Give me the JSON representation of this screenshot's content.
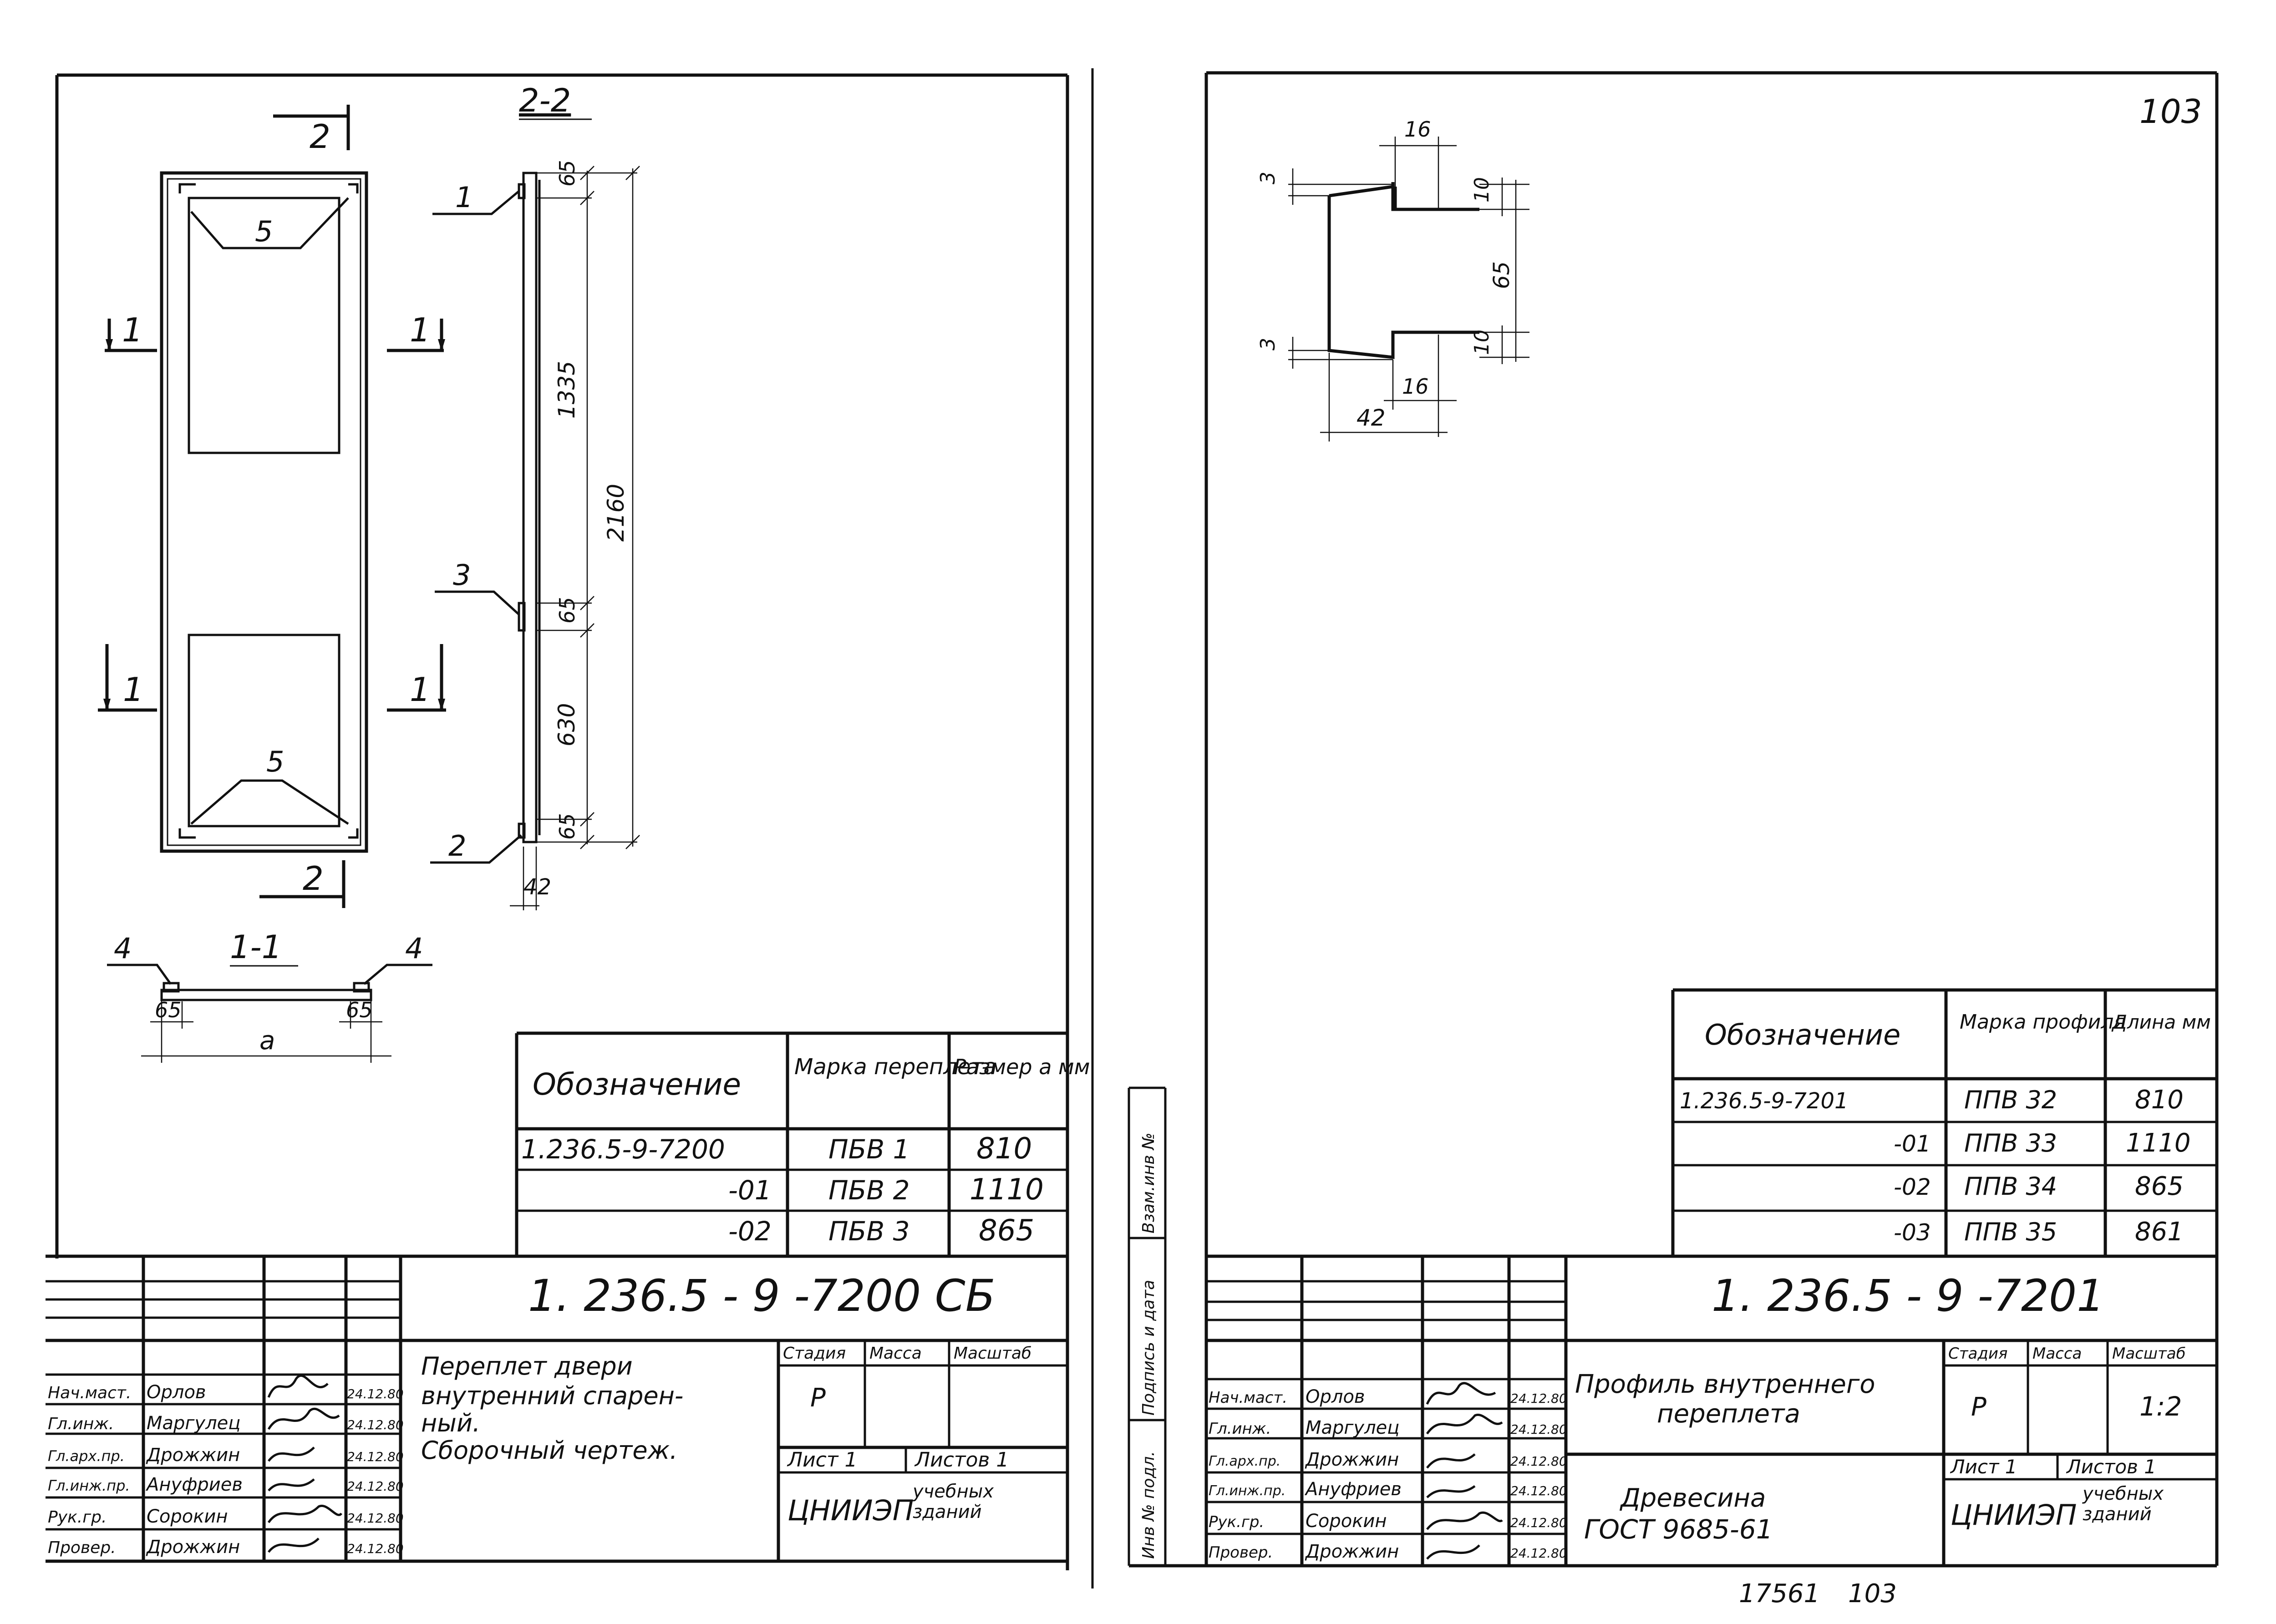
{
  "left_sheet": {
    "section_2_2": "2-2",
    "section_1_1": "1-1",
    "cut_2": "2",
    "cut_1": "1",
    "callout_5": "5",
    "callout_1": "1",
    "callout_2": "2",
    "callout_3": "3",
    "callout_4": "4",
    "dim_65": "65",
    "dim_1335": "1335",
    "dim_2160": "2160",
    "dim_630": "630",
    "dim_42": "42",
    "dim_a": "a",
    "spec_table": {
      "headers": [
        "Обозначение",
        "Марка переплета",
        "Размер а мм"
      ],
      "rows": [
        [
          "1.236.5-9-7200",
          "ПБВ 1",
          "810"
        ],
        [
          "-01",
          "ПБВ 2",
          "1110"
        ],
        [
          "-02",
          "ПБВ 3",
          "865"
        ]
      ]
    },
    "title_block": {
      "code": "1. 236.5 - 9 -7200 СБ",
      "title_lines": [
        "Переплет двери",
        "внутренний спарен-",
        "ный.",
        "Сборочный чертеж."
      ],
      "stage_label": "Стадия",
      "mass_label": "Масса",
      "scale_label": "Масштаб",
      "stage_value": "Р",
      "sheet_label": "Лист 1",
      "sheets_label": "Листов 1",
      "org": "ЦНИИЭП",
      "org_sub": [
        "учебных",
        "зданий"
      ],
      "staff": [
        {
          "role": "Нач.маст.",
          "name": "Орлов",
          "date": "24.12.80"
        },
        {
          "role": "Гл.инж.",
          "name": "Маргулец",
          "date": "24.12.80"
        },
        {
          "role": "Гл.арх.пр.",
          "name": "Дрожжин",
          "date": "24.12.80"
        },
        {
          "role": "Гл.инж.пр.",
          "name": "Ануфриев",
          "date": "24.12.80"
        },
        {
          "role": "Рук.гр.",
          "name": "Сорокин",
          "date": "24.12.80"
        },
        {
          "role": "Провер.",
          "name": "Дрожжин",
          "date": "24.12.80"
        }
      ]
    }
  },
  "right_sheet": {
    "page_number": "103",
    "dims": {
      "d16_top": "16",
      "d3_top": "3",
      "d10_top": "10",
      "d65": "65",
      "d3_bot": "3",
      "d10_bot": "10",
      "d16_bot": "16",
      "d42": "42"
    },
    "side_labels": [
      "Инв № подл.",
      "Подпись и дата",
      "Взам.инв №"
    ],
    "spec_table": {
      "headers": [
        "Обозначение",
        "Марка профиля",
        "Длина мм"
      ],
      "rows": [
        [
          "1.236.5-9-7201",
          "ППВ 32",
          "810"
        ],
        [
          "-01",
          "ППВ 33",
          "1110"
        ],
        [
          "-02",
          "ППВ 34",
          "865"
        ],
        [
          "-03",
          "ППВ 35",
          "861"
        ]
      ]
    },
    "title_block": {
      "code": "1. 236.5 - 9 -7201",
      "title_lines": [
        "Профиль внутреннего",
        "переплета"
      ],
      "material_lines": [
        "Древесина",
        "ГОСТ 9685-61"
      ],
      "stage_label": "Стадия",
      "mass_label": "Масса",
      "scale_label": "Масштаб",
      "stage_value": "Р",
      "scale_value": "1:2",
      "sheet_label": "Лист 1",
      "sheets_label": "Листов 1",
      "org": "ЦНИИЭП",
      "org_sub": [
        "учебных",
        "зданий"
      ],
      "staff": [
        {
          "role": "Нач.маст.",
          "name": "Орлов",
          "date": "24.12.80"
        },
        {
          "role": "Гл.инж.",
          "name": "Маргулец",
          "date": "24.12.80"
        },
        {
          "role": "Гл.арх.пр.",
          "name": "Дрожжин",
          "date": "24.12.80"
        },
        {
          "role": "Гл.инж.пр.",
          "name": "Ануфриев",
          "date": "24.12.80"
        },
        {
          "role": "Рук.гр.",
          "name": "Сорокин",
          "date": "24.12.80"
        },
        {
          "role": "Провер.",
          "name": "Дрожжин",
          "date": "24.12.80"
        }
      ]
    },
    "footer": {
      "inventory": "17561",
      "page": "103"
    }
  }
}
